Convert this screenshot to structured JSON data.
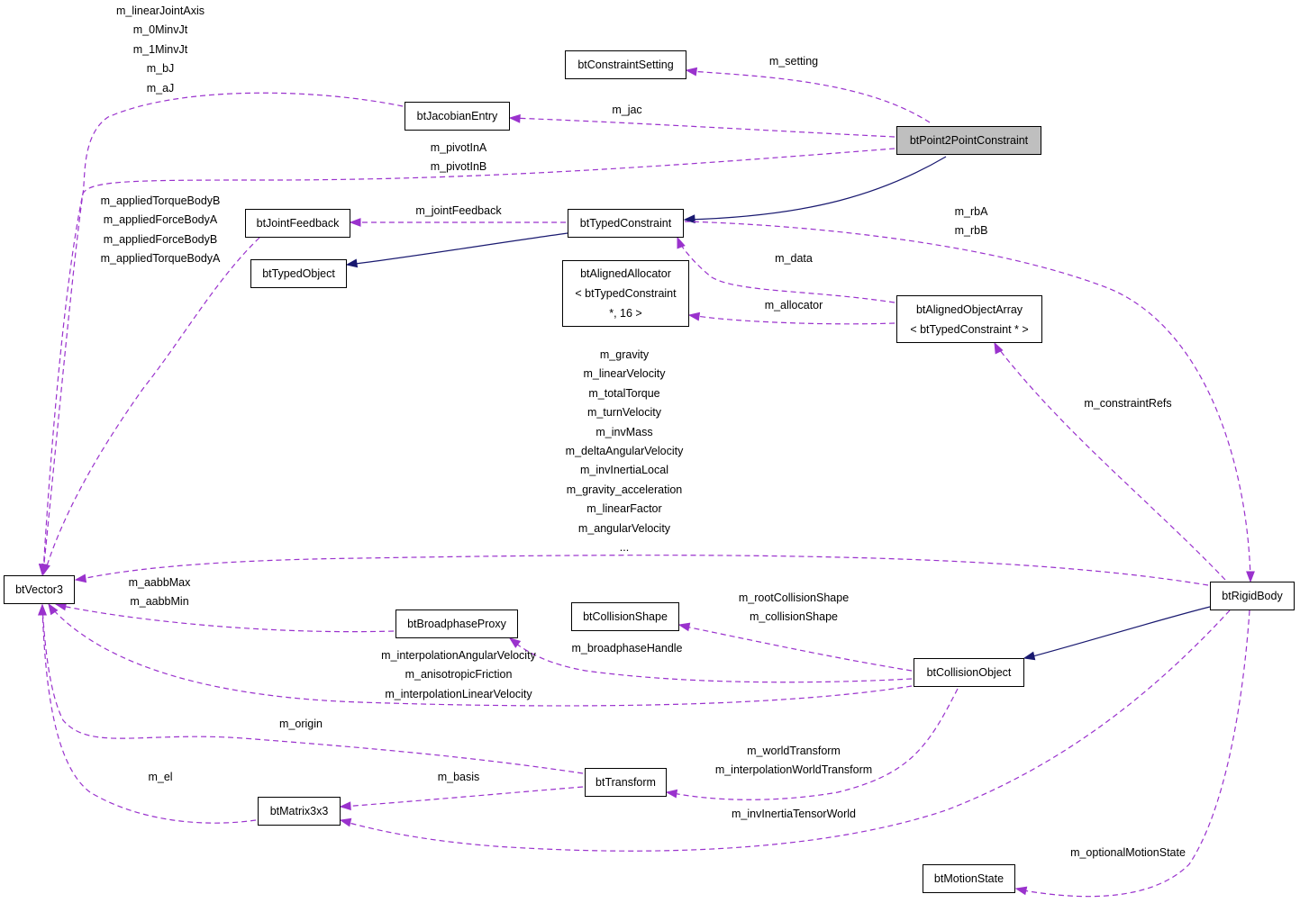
{
  "colors": {
    "inheritance": "#191970",
    "usage": "#9a32cd",
    "focus_fill": "#bfbfbf"
  },
  "nodes": {
    "btConstraintSetting": [
      "btConstraintSetting"
    ],
    "btJacobianEntry": [
      "btJacobianEntry"
    ],
    "btPoint2PointConstraint": [
      "btPoint2PointConstraint"
    ],
    "btJointFeedback": [
      "btJointFeedback"
    ],
    "btTypedConstraint": [
      "btTypedConstraint"
    ],
    "btTypedObject": [
      "btTypedObject"
    ],
    "btAlignedAllocator": [
      "btAlignedAllocator",
      "< btTypedConstraint",
      "*, 16 >"
    ],
    "btAlignedObjectArray": [
      "btAlignedObjectArray",
      "< btTypedConstraint * >"
    ],
    "btVector3": [
      "btVector3"
    ],
    "btRigidBody": [
      "btRigidBody"
    ],
    "btBroadphaseProxy": [
      "btBroadphaseProxy"
    ],
    "btCollisionShape": [
      "btCollisionShape"
    ],
    "btCollisionObject": [
      "btCollisionObject"
    ],
    "btTransform": [
      "btTransform"
    ],
    "btMatrix3x3": [
      "btMatrix3x3"
    ],
    "btMotionState": [
      "btMotionState"
    ]
  },
  "labels": {
    "jacobian_vectors": [
      "m_linearJointAxis",
      "m_0MinvJt",
      "m_1MinvJt",
      "m_bJ",
      "m_aJ"
    ],
    "setting": [
      "m_setting"
    ],
    "jac": [
      "m_jac"
    ],
    "pivots": [
      "m_pivotInA",
      "m_pivotInB"
    ],
    "joint_feedback_vectors": [
      "m_appliedTorqueBodyB",
      "m_appliedForceBodyA",
      "m_appliedForceBodyB",
      "m_appliedTorqueBodyA"
    ],
    "joint_feedback": [
      "m_jointFeedback"
    ],
    "rigid_bodies": [
      "m_rbA",
      "m_rbB"
    ],
    "data": [
      "m_data"
    ],
    "allocator": [
      "m_allocator"
    ],
    "rigid_body_vectors": [
      "m_gravity",
      "m_linearVelocity",
      "m_totalTorque",
      "m_turnVelocity",
      "m_invMass",
      "m_deltaAngularVelocity",
      "m_invInertiaLocal",
      "m_gravity_acceleration",
      "m_linearFactor",
      "m_angularVelocity",
      "..."
    ],
    "constraint_refs": [
      "m_constraintRefs"
    ],
    "aabb": [
      "m_aabbMax",
      "m_aabbMin"
    ],
    "collision_shape": [
      "m_rootCollisionShape",
      "m_collisionShape"
    ],
    "broadphase_handle": [
      "m_broadphaseHandle"
    ],
    "collision_object_vectors": [
      "m_interpolationAngularVelocity",
      "m_anisotropicFriction",
      "m_interpolationLinearVelocity"
    ],
    "origin": [
      "m_origin"
    ],
    "world_transform": [
      "m_worldTransform",
      "m_interpolationWorldTransform"
    ],
    "basis": [
      "m_basis"
    ],
    "el": [
      "m_el"
    ],
    "inv_inertia_tensor": [
      "m_invInertiaTensorWorld"
    ],
    "motion_state": [
      "m_optionalMotionState"
    ]
  }
}
